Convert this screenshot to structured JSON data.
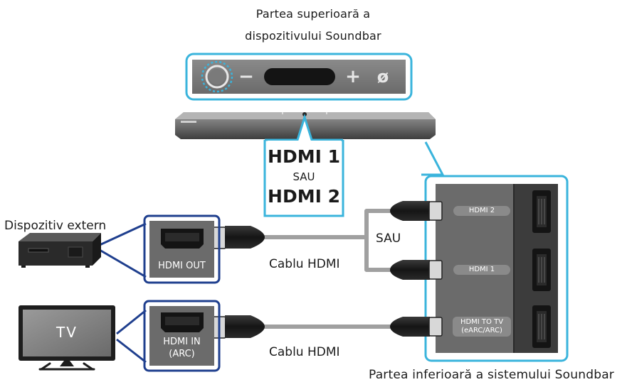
{
  "top_title": [
    "Partea superioară a",
    "dispozitivului Soundbar"
  ],
  "bottom_title": "Partea inferioară a sistemului Soundbar",
  "connection": {
    "line1": "HDMI 1",
    "or": "SAU",
    "line2": "HDMI 2"
  },
  "external_device_label": "Dispozitiv extern",
  "tv_label": "TV",
  "hdmi_out_label": "HDMI OUT",
  "hdmi_in_label": [
    "HDMI IN",
    "(ARC)"
  ],
  "cable_label_top": "Cablu HDMI",
  "cable_label_bottom": "Cablu HDMI",
  "or_label": "SAU",
  "soundbar_ports": {
    "hdmi2": "HDMI 2",
    "hdmi1": "HDMI 1",
    "hdmi_to_tv": [
      "HDMI TO TV",
      "(eARC/ARC)"
    ]
  },
  "soundbar_buttons": {
    "minus": "−",
    "plus": "+",
    "mic": "ø"
  },
  "colors": {
    "accent": "#3ab4dc",
    "port_panel": "#6b6b6b",
    "cable": "#a0a0a0",
    "box_border": "#1f3f8e",
    "dark": "#1e1e1e"
  }
}
